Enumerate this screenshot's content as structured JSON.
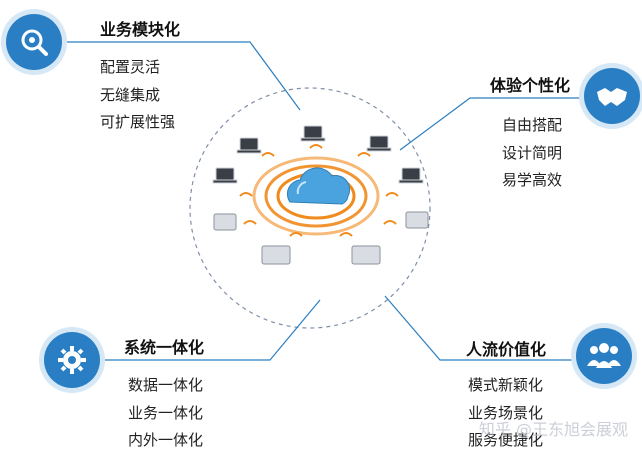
{
  "sections": {
    "top_left": {
      "title": "业务模块化",
      "items": [
        "配置灵活",
        "无缝集成",
        "可扩展性强"
      ],
      "icon": "search-gear-icon"
    },
    "top_right": {
      "title": "体验个性化",
      "items": [
        "自由搭配",
        "设计简明",
        "易学高效"
      ],
      "icon": "handshake-icon"
    },
    "bottom_left": {
      "title": "系统一体化",
      "items": [
        "数据一体化",
        "业务一体化",
        "内外一体化"
      ],
      "icon": "gear-icon"
    },
    "bottom_right": {
      "title": "人流价值化",
      "items": [
        "模式新颖化",
        "业务场景化",
        "服务便捷化"
      ],
      "icon": "people-group-icon"
    }
  },
  "watermark": "知乎 @王东旭会展观",
  "colors": {
    "badge": "#2a7fc4",
    "line": "#2a7fc4",
    "signal": "#f08a1c",
    "cloud": "#4aa3df"
  }
}
